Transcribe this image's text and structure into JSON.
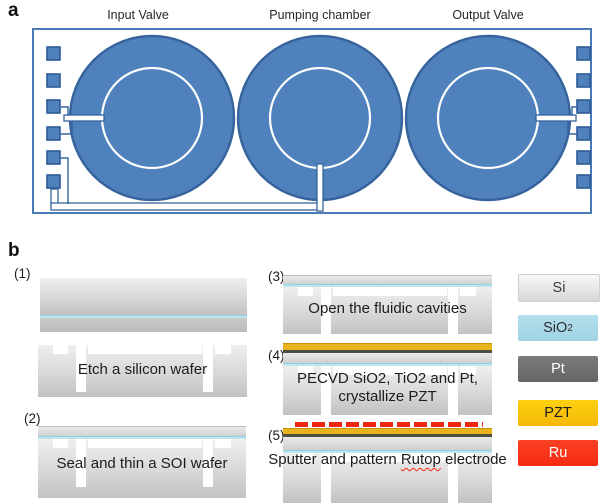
{
  "panel_a": {
    "label": "a",
    "titles": [
      "Input Valve",
      "Pumping chamber",
      "Output Valve"
    ]
  },
  "panel_b": {
    "label": "b",
    "steps": [
      {
        "num": "(1)",
        "caption": "Etch a silicon wafer"
      },
      {
        "num": "(2)",
        "caption": "Seal and thin a SOI wafer"
      },
      {
        "num": "(3)",
        "caption": "Open the fluidic cavities"
      },
      {
        "num": "(4)",
        "caption_line1": "PECVD SiO2, TiO2 and Pt,",
        "caption_line2": "crystallize PZT"
      },
      {
        "num": "(5)",
        "caption_prefix": "Sputter and pattern ",
        "caption_word": "Rutop",
        "caption_suffix": " electrode"
      }
    ],
    "legend": [
      {
        "material": "Si",
        "label": "Si",
        "color": "#d9d9d9",
        "text_color": "#3a3a3a"
      },
      {
        "material": "SiO2",
        "label": "SiO",
        "label_sub": "2",
        "color": "#a7d9e8",
        "text_color": "#2e2e2e"
      },
      {
        "material": "Pt",
        "label": "Pt",
        "color": "#6e6e6e",
        "text_color": "#ffffff"
      },
      {
        "material": "PZT",
        "label": "PZT",
        "color": "#fcc608",
        "text_color": "#1a1a1a"
      },
      {
        "material": "Ru",
        "label": "Ru",
        "color": "#f8301c",
        "text_color": "#ffffff"
      }
    ]
  },
  "colors": {
    "device_blue_fill": "#4f81bd",
    "device_blue_border": "#36639c",
    "sio2_cyan": "#bfe6f0",
    "pzt_yellow": "#e9b31c",
    "pt_dark": "#4e4e46",
    "ru_red": "#ee2715",
    "si_gray": "#d8d8d8"
  }
}
